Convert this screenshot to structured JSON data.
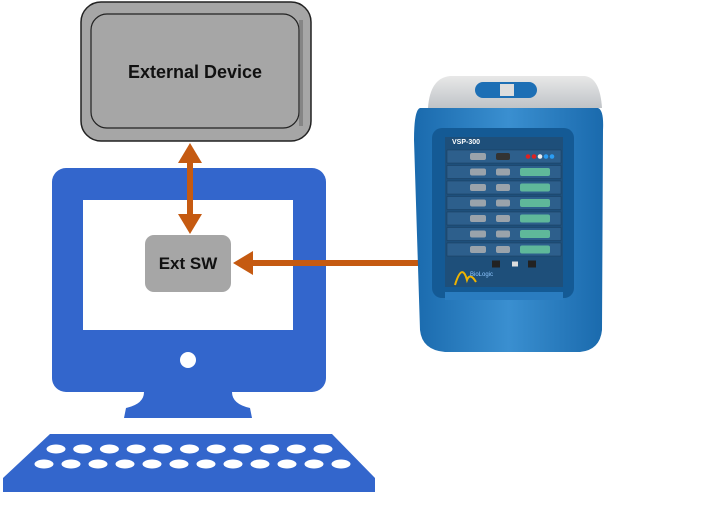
{
  "external_device": {
    "label": "External Device"
  },
  "ext_sw": {
    "label": "Ext SW"
  },
  "instrument": {
    "model_label": "VSP-300",
    "brand": "BioLogic"
  },
  "colors": {
    "arrow": "#c55a11",
    "computer": "#3366cc",
    "box_fill": "#a6a6a6",
    "instrument_body": "#1f74b8"
  },
  "icons": [
    "desktop-computer-icon",
    "keyboard-icon",
    "potentiostat-instrument-image"
  ]
}
